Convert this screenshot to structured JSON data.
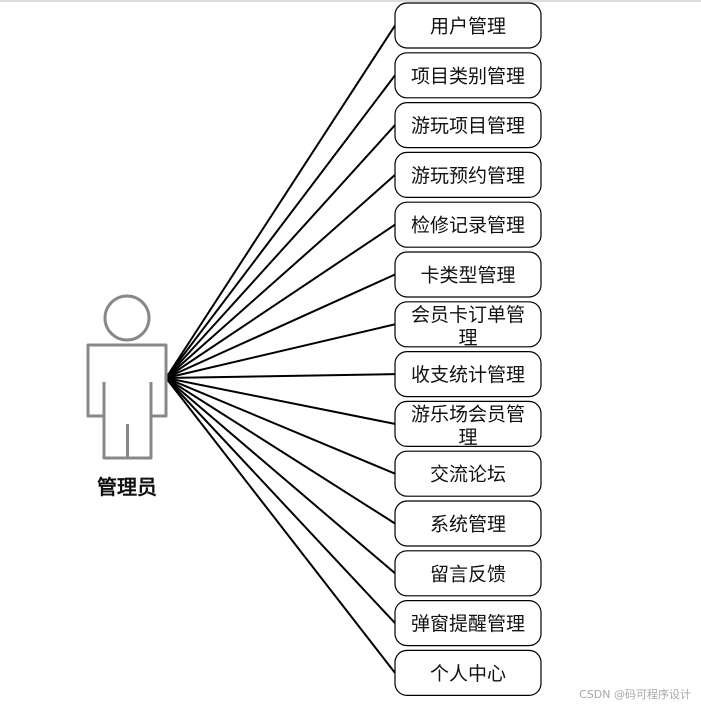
{
  "actor": {
    "label": "管理员"
  },
  "use_cases": [
    {
      "lines": [
        "用户管理"
      ]
    },
    {
      "lines": [
        "项目类别管理"
      ]
    },
    {
      "lines": [
        "游玩项目管理"
      ]
    },
    {
      "lines": [
        "游玩预约管理"
      ]
    },
    {
      "lines": [
        "检修记录管理"
      ]
    },
    {
      "lines": [
        "卡类型管理"
      ]
    },
    {
      "lines": [
        "会员卡订单管",
        "理"
      ]
    },
    {
      "lines": [
        "收支统计管理"
      ]
    },
    {
      "lines": [
        "游乐场会员管",
        "理"
      ]
    },
    {
      "lines": [
        "交流论坛"
      ]
    },
    {
      "lines": [
        "系统管理"
      ]
    },
    {
      "lines": [
        "留言反馈"
      ]
    },
    {
      "lines": [
        "弹窗提醒管理"
      ]
    },
    {
      "lines": [
        "个人中心"
      ]
    }
  ],
  "watermark": "CSDN @码可程序设计",
  "colors": {
    "stroke": "#000000",
    "actor_stroke": "#888888",
    "text": "#111111"
  }
}
